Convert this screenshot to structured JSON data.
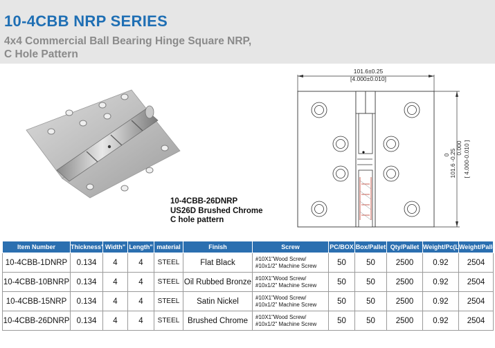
{
  "header": {
    "title": "10-4CBB NRP SERIES",
    "subtitle_line1": "4x4 Commercial Ball Bearing Hinge  Square  NRP,",
    "subtitle_line2": "C Hole Pattern"
  },
  "caption": {
    "line1": "10-4CBB-26DNRP",
    "line2": "US26D Brushed Chrome",
    "line3": "C hole pattern"
  },
  "drawing": {
    "width_dim": "101.6±0.25",
    "width_dim_inch": "[4.000±0.010]",
    "height_dim": "101.6 -0.25",
    "height_dim_zero": "0",
    "height_dim_tol": "0.000",
    "height_dim_inch": "[ 4.000-0.010 ]"
  },
  "table": {
    "headers": [
      "Item Number",
      "Thickness\"",
      "Width\"",
      "Length\"",
      "material",
      "Finish",
      "Screw",
      "PC/BOX",
      "Box/Pallet",
      "Qty/Pallet",
      "Weight/Pc(Lb)",
      "Weight/Pallet(Lb)"
    ],
    "rows": [
      {
        "item": "10-4CBB-1DNRP",
        "thickness": "0.134",
        "width": "4",
        "length": "4",
        "material": "STEEL",
        "finish": "Flat Black",
        "screw1": "#10X1\"Wood Screw/",
        "screw2": "#10x1/2\" Machine Screw",
        "pcbox": "50",
        "boxpallet": "50",
        "qtypallet": "2500",
        "weightpc": "0.92",
        "weightpallet": "2504"
      },
      {
        "item": "10-4CBB-10BNRP",
        "thickness": "0.134",
        "width": "4",
        "length": "4",
        "material": "STEEL",
        "finish": "Oil Rubbed Bronze",
        "screw1": "#10X1\"Wood Screw/",
        "screw2": "#10x1/2\" Machine Screw",
        "pcbox": "50",
        "boxpallet": "50",
        "qtypallet": "2500",
        "weightpc": "0.92",
        "weightpallet": "2504"
      },
      {
        "item": "10-4CBB-15NRP",
        "thickness": "0.134",
        "width": "4",
        "length": "4",
        "material": "STEEL",
        "finish": "Satin Nickel",
        "screw1": "#10X1\"Wood Screw/",
        "screw2": "#10x1/2\" Machine Screw",
        "pcbox": "50",
        "boxpallet": "50",
        "qtypallet": "2500",
        "weightpc": "0.92",
        "weightpallet": "2504"
      },
      {
        "item": "10-4CBB-26DNRP",
        "thickness": "0.134",
        "width": "4",
        "length": "4",
        "material": "STEEL",
        "finish": "Brushed Chrome",
        "screw1": "#10X1\"Wood Screw/",
        "screw2": "#10x1/2\" Machine Screw",
        "pcbox": "50",
        "boxpallet": "50",
        "qtypallet": "2500",
        "weightpc": "0.92",
        "weightpallet": "2504"
      }
    ]
  },
  "colors": {
    "title": "#1f6fb4",
    "header_bg": "#e6e6e6",
    "table_header_bg": "#2b6fb0"
  }
}
